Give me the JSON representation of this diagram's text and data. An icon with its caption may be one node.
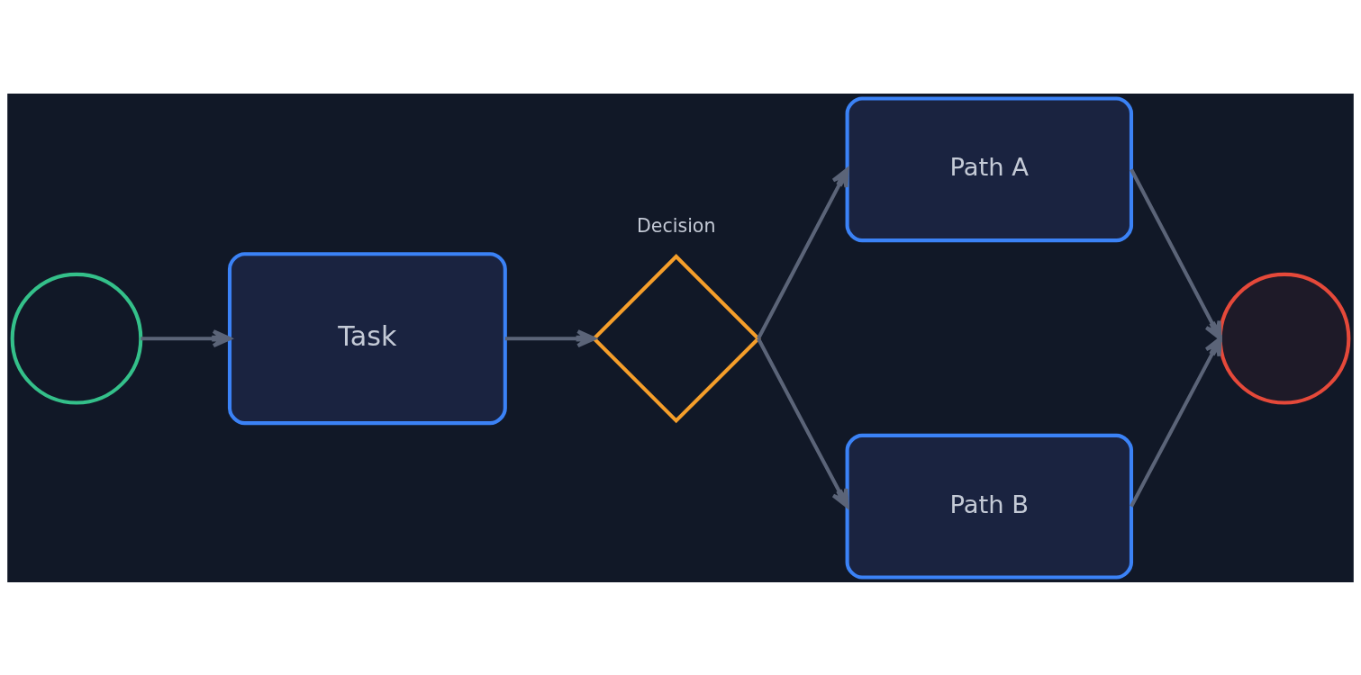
{
  "diagram": {
    "nodes": [
      {
        "text": [],
        "shape": "circle"
      },
      {
        "text": [
          "Task"
        ]
      },
      {
        "text": [
          "Decision"
        ]
      },
      {
        "text": [
          "Path A"
        ]
      },
      {
        "text": [
          "Path B"
        ]
      },
      {
        "text": [],
        "shape": "circle"
      }
    ],
    "edges": [
      {
        "from": 0,
        "to": 1,
        "arrow": "to"
      },
      {
        "from": 1,
        "to": 2,
        "arrow": "to"
      },
      {
        "from": 2,
        "to": 3,
        "arrow": "to"
      },
      {
        "from": 2,
        "to": 4,
        "arrow": "to"
      },
      {
        "from": 3,
        "to": 5,
        "arrow": "to"
      },
      {
        "from": 4,
        "to": 5,
        "arrow": "to"
      }
    ]
  }
}
